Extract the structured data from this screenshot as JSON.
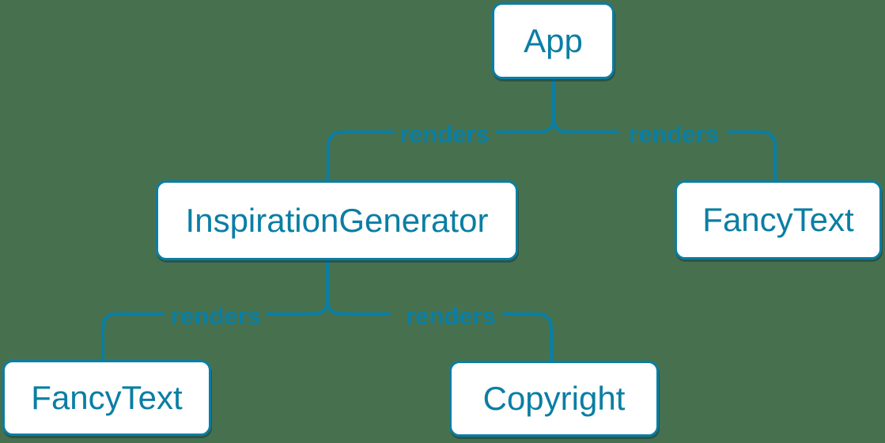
{
  "diagram": {
    "kind": "component-render-tree",
    "edge_label": "renders"
  },
  "colors": {
    "background": "#47714e",
    "accent": "#0a7ea4",
    "node_fill": "#ffffff"
  },
  "nodes": [
    {
      "id": "app",
      "label": "App"
    },
    {
      "id": "inspiration-generator",
      "label": "InspirationGenerator"
    },
    {
      "id": "fancy-text-right",
      "label": "FancyText"
    },
    {
      "id": "fancy-text-left",
      "label": "FancyText"
    },
    {
      "id": "copyright",
      "label": "Copyright"
    }
  ],
  "edges": [
    {
      "from": "App",
      "to": "InspirationGenerator",
      "label": "renders"
    },
    {
      "from": "App",
      "to": "FancyText",
      "label": "renders"
    },
    {
      "from": "InspirationGenerator",
      "to": "FancyText",
      "label": "renders"
    },
    {
      "from": "InspirationGenerator",
      "to": "Copyright",
      "label": "renders"
    }
  ]
}
